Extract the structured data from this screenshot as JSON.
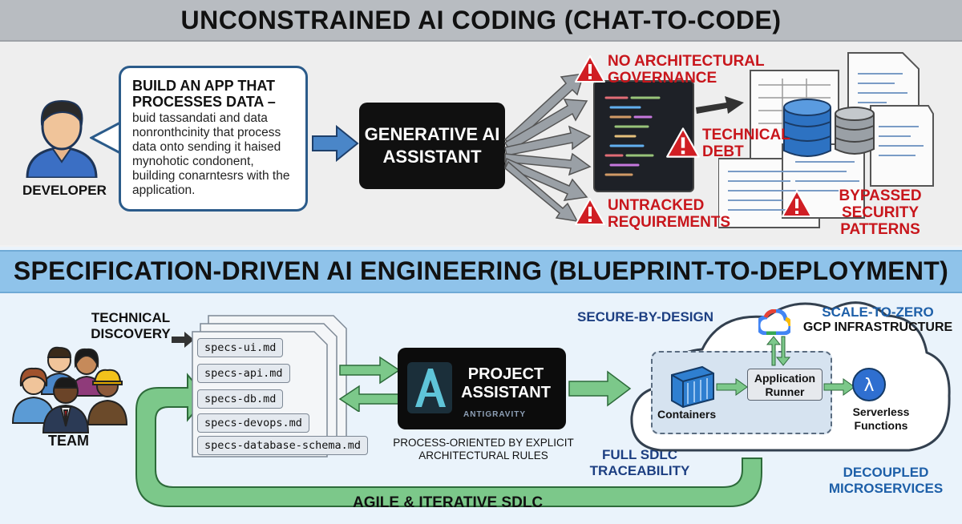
{
  "top_section": {
    "title": "UNCONSTRAINED AI CODING (CHAT-TO-CODE)",
    "developer_label": "DEVELOPER",
    "prompt_heading": "BUILD AN APP THAT PROCESSES DATA –",
    "prompt_body": "buid tassandati and data nonronthcinity that process data onto sending it haised mynohotic condonent, building conarntesrs with the application.",
    "assistant_label": "GENERATIVE AI ASSISTANT",
    "warnings": {
      "governance": "NO ARCHITECTURAL GOVERNANCE",
      "debt": "TECHNICAL DEBT",
      "requirements": "UNTRACKED REQUIREMENTS",
      "security": "BYPASSED SECURITY PATTERNS"
    }
  },
  "bottom_section": {
    "title": "SPECIFICATION-DRIVEN AI ENGINEERING (BLUEPRINT-TO-DEPLOYMENT)",
    "discovery_label": "TECHNICAL DISCOVERY",
    "team_label": "TEAM",
    "spec_files": [
      "specs-ui.md",
      "specs-api.md",
      "specs-db.md",
      "specs-devops.md",
      "specs-database-schema.md"
    ],
    "project_assistant": "PROJECT ASSISTANT",
    "brand": "ANTIGRAVITY",
    "process_note": "PROCESS-ORIENTED BY EXPLICIT ARCHITECTURAL RULES",
    "traceability": "FULL SDLC TRACEABILITY",
    "secure": "SECURE-BY-DESIGN",
    "scale_line1": "SCALE-TO-ZERO",
    "scale_line2": "GCP INFRASTRUCTURE",
    "containers": "Containers",
    "runner": "Application Runner",
    "serverless": "Serverless Functions",
    "microservices": "DECOUPLED MICROSERVICES",
    "loop_label": "AGILE & ITERATIVE SDLC"
  },
  "colors": {
    "danger": "#c8161c",
    "accent_blue": "#1d3f82",
    "flow_green": "#7cc88a",
    "flow_blue": "#4a86c8"
  },
  "icons": [
    "developer-avatar-icon",
    "warning-icon",
    "database-icon",
    "document-icon",
    "team-icon",
    "antigravity-logo-icon",
    "google-cloud-logo-icon",
    "container-icon",
    "lambda-icon",
    "cloud-icon"
  ]
}
